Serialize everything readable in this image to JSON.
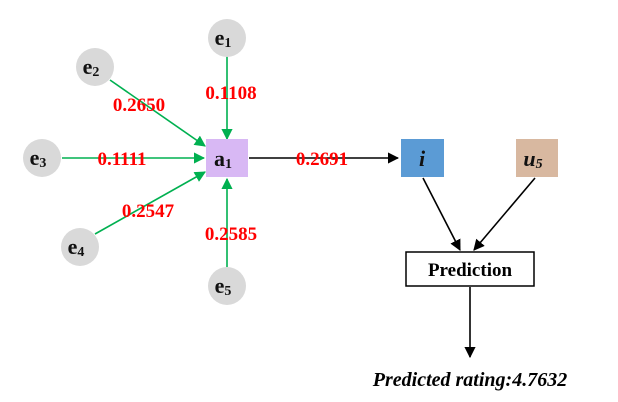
{
  "colors": {
    "entity_node": "#d9d9d9",
    "aggregate_node": "#d8b8f4",
    "item_node": "#5b9bd5",
    "user_node": "#d8b8a0",
    "weight_text": "#ff0000",
    "attention_edge": "#00b050",
    "flow_edge": "#000000"
  },
  "nodes": {
    "e1": {
      "base": "e",
      "sub": "1"
    },
    "e2": {
      "base": "e",
      "sub": "2"
    },
    "e3": {
      "base": "e",
      "sub": "3"
    },
    "e4": {
      "base": "e",
      "sub": "4"
    },
    "e5": {
      "base": "e",
      "sub": "5"
    },
    "a1": {
      "base": "a",
      "sub": "1"
    },
    "item": {
      "base": "i"
    },
    "user": {
      "base": "u",
      "sub": "5"
    }
  },
  "weights": {
    "e1_a1": "0.1108",
    "e2_a1": "0.2650",
    "e3_a1": "0.1111",
    "e4_a1": "0.2547",
    "e5_a1": "0.2585",
    "a1_item": "0.2691"
  },
  "prediction": {
    "label": "Prediction",
    "result": "Predicted rating:4.7632"
  }
}
